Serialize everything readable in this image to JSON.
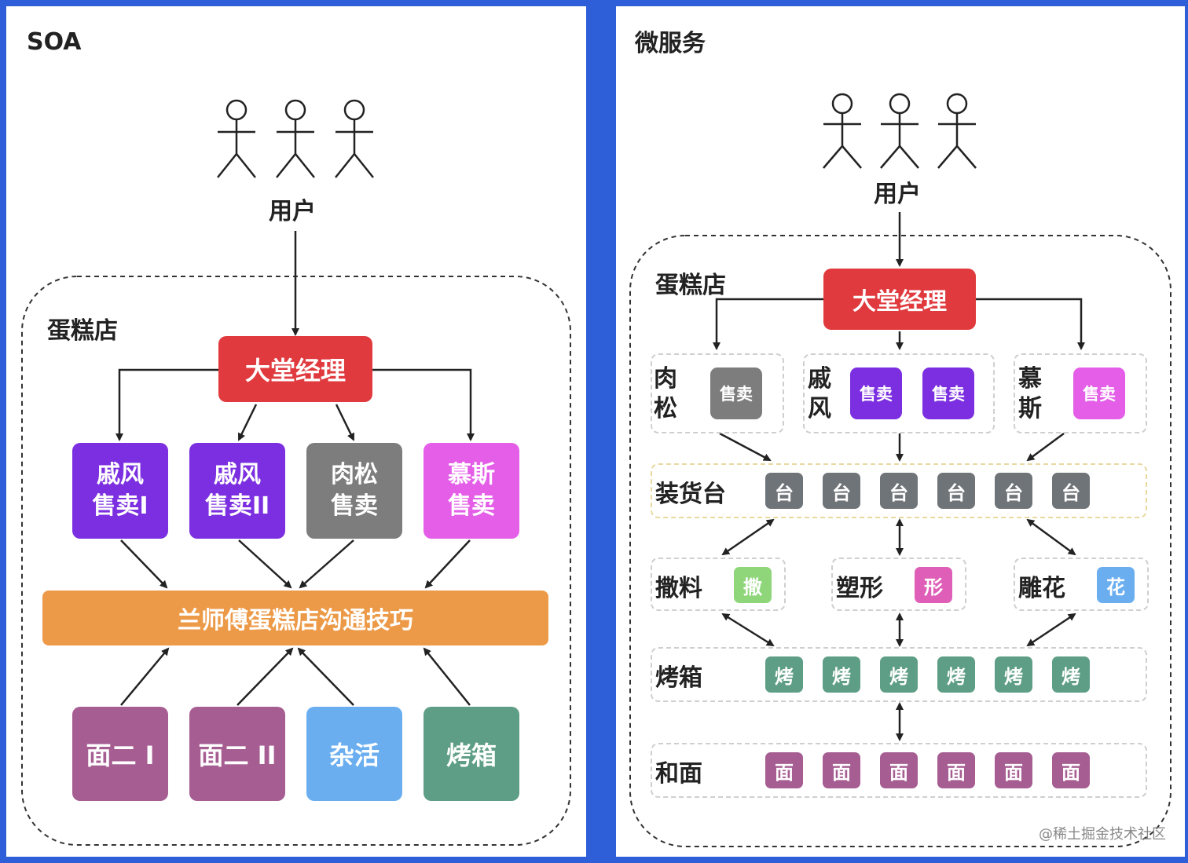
{
  "soa": {
    "title": "SOA",
    "users_label": "用户",
    "store_label": "蛋糕店",
    "manager": "大堂经理",
    "services": [
      {
        "line1": "戚风",
        "line2": "售卖I",
        "color": "#7b2fe0"
      },
      {
        "line1": "戚风",
        "line2": "售卖II",
        "color": "#7b2fe0"
      },
      {
        "line1": "肉松",
        "line2": "售卖",
        "color": "#7d7d7d"
      },
      {
        "line1": "慕斯",
        "line2": "售卖",
        "color": "#e45ee8"
      }
    ],
    "bus": "兰师傅蛋糕店沟通技巧",
    "workers": [
      {
        "label": "面二 I",
        "color": "#a65d92"
      },
      {
        "label": "面二 II",
        "color": "#a65d92"
      },
      {
        "label": "杂活",
        "color": "#6aaef0"
      },
      {
        "label": "烤箱",
        "color": "#5e9e86"
      }
    ],
    "colors": {
      "manager": "#e03a3e",
      "bus": "#ec9a48"
    }
  },
  "ms": {
    "title": "微服务",
    "users_label": "用户",
    "store_label": "蛋糕店",
    "manager": "大堂经理",
    "sell_label": "售卖",
    "groups": [
      {
        "name_chars": [
          "肉",
          "松"
        ],
        "colors": [
          "#7d7d7d"
        ]
      },
      {
        "name_chars": [
          "戚",
          "风"
        ],
        "colors": [
          "#7b2fe0",
          "#7b2fe0"
        ]
      },
      {
        "name_chars": [
          "慕",
          "斯"
        ],
        "colors": [
          "#e45ee8"
        ]
      }
    ],
    "loading": {
      "label": "装货台",
      "item": "台",
      "count": 6,
      "color": "#6f7478"
    },
    "prep": [
      {
        "label": "撒料",
        "item": "撒",
        "color": "#8fd67a"
      },
      {
        "label": "塑形",
        "item": "形",
        "color": "#df5fb8"
      },
      {
        "label": "雕花",
        "item": "花",
        "color": "#6aaef0"
      }
    ],
    "oven": {
      "label": "烤箱",
      "item": "烤",
      "count": 6,
      "color": "#5e9e86"
    },
    "dough": {
      "label": "和面",
      "item": "面",
      "count": 6,
      "color": "#a65d92"
    },
    "watermark_credit": "@稀土掘金技术社区"
  }
}
